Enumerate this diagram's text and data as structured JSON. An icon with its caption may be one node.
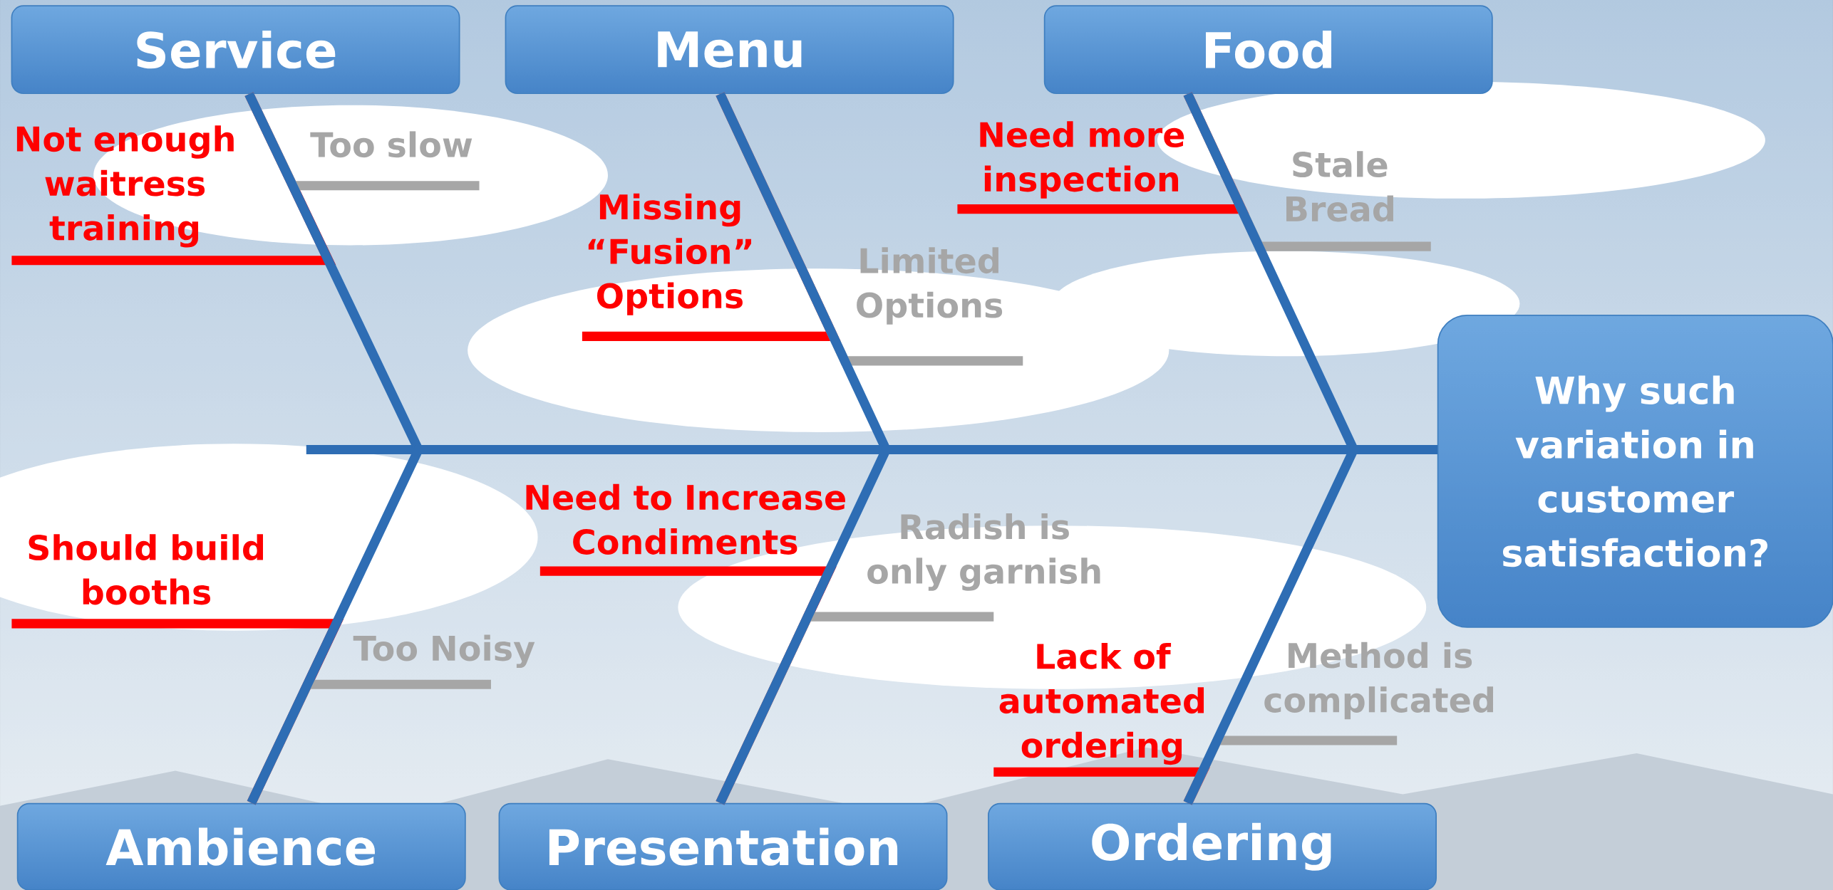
{
  "diagram": {
    "nodes": [
      {
        "text": [
          "Service"
        ]
      },
      {
        "text": [
          "Menu"
        ]
      },
      {
        "text": [
          "Food"
        ]
      },
      {
        "text": [
          "Ambience"
        ]
      },
      {
        "text": [
          "Presentation"
        ]
      },
      {
        "text": [
          "Ordering"
        ]
      },
      {
        "text": [
          "Why such variation in customer satisfaction?"
        ]
      },
      {
        "text": [
          "Not enough waitress training"
        ]
      },
      {
        "text": [
          "Too slow"
        ]
      },
      {
        "text": [
          "Missing “Fusion” Options"
        ]
      },
      {
        "text": [
          "Limited Options"
        ]
      },
      {
        "text": [
          "Need more inspection"
        ]
      },
      {
        "text": [
          "Stale Bread"
        ]
      },
      {
        "text": [
          "Should build booths"
        ]
      },
      {
        "text": [
          "Too Noisy"
        ]
      },
      {
        "text": [
          "Need to Increase Condiments"
        ]
      },
      {
        "text": [
          "Radish is only garnish"
        ]
      },
      {
        "text": [
          "Lack of automated ordering"
        ]
      },
      {
        "text": [
          "Method is complicated"
        ]
      }
    ],
    "edges": [
      {
        "from": 0,
        "to": 6,
        "arrow": "none"
      },
      {
        "from": 1,
        "to": 6,
        "arrow": "none"
      },
      {
        "from": 2,
        "to": 6,
        "arrow": "none"
      },
      {
        "from": 3,
        "to": 6,
        "arrow": "none"
      },
      {
        "from": 4,
        "to": 6,
        "arrow": "none"
      },
      {
        "from": 5,
        "to": 6,
        "arrow": "none"
      },
      {
        "from": 7,
        "to": 0,
        "arrow": "none",
        "color": "#ff0000"
      },
      {
        "from": 8,
        "to": 0,
        "arrow": "none",
        "color": "#a6a6a6"
      },
      {
        "from": 9,
        "to": 1,
        "arrow": "none",
        "color": "#ff0000"
      },
      {
        "from": 10,
        "to": 1,
        "arrow": "none",
        "color": "#a6a6a6"
      },
      {
        "from": 11,
        "to": 2,
        "arrow": "none",
        "color": "#ff0000"
      },
      {
        "from": 12,
        "to": 2,
        "arrow": "none",
        "color": "#a6a6a6"
      },
      {
        "from": 13,
        "to": 3,
        "arrow": "none",
        "color": "#ff0000"
      },
      {
        "from": 14,
        "to": 3,
        "arrow": "none",
        "color": "#a6a6a6"
      },
      {
        "from": 15,
        "to": 4,
        "arrow": "none",
        "color": "#ff0000"
      },
      {
        "from": 16,
        "to": 4,
        "arrow": "none",
        "color": "#a6a6a6"
      },
      {
        "from": 17,
        "to": 5,
        "arrow": "none",
        "color": "#ff0000"
      },
      {
        "from": 18,
        "to": 5,
        "arrow": "none",
        "color": "#a6a6a6"
      }
    ]
  }
}
